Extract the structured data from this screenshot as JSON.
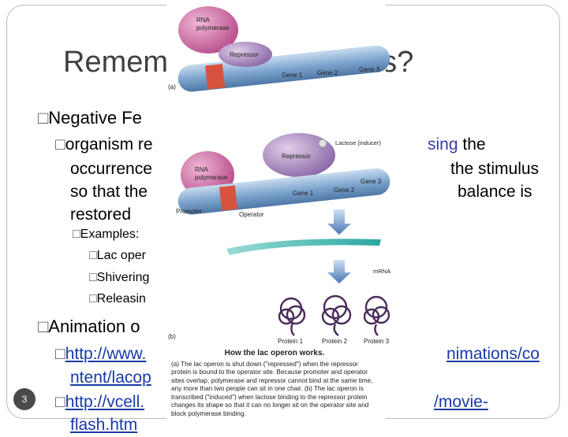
{
  "slide": {
    "title_left": "Remem",
    "title_right": "ps?",
    "slide_number": "3"
  },
  "content": {
    "bullet_negative": "Negative Fe",
    "para_line1_left": "organism re",
    "para_line1_highlight": "sing",
    "para_line1_right": "the",
    "para_line2_left": "occurrence",
    "para_line2_right": "the stimulus",
    "para_line3_left": "so that the",
    "para_line3_right": "balance is",
    "para_line4": "restored",
    "examples_label": "Examples:",
    "example_1": "Lac oper",
    "example_2": "Shivering",
    "example_3": "Releasin",
    "bullet_animation": "Animation o",
    "link1_left": "http://www.",
    "link1_right": "nimations/co",
    "link1_line2": "ntent/lacop",
    "link2_left": "http://vcell.",
    "link2_right": "/movie-",
    "link2_line2": "flash.htm"
  },
  "figure": {
    "panel_a_label": "(a)",
    "panel_b_label": "(b)",
    "rna_polymerase_label": "RNA polymerase",
    "repressor_label": "Repressor",
    "gene1": "Gene 1",
    "gene2": "Gene 2",
    "gene3": "Gene 3",
    "lactose_label": "Lactose (inducer)",
    "promoter_label": "Promoter",
    "operator_label": "Operator",
    "mrna_label": "mRNA",
    "protein1": "Protein 1",
    "protein2": "Protein 2",
    "protein3": "Protein 3",
    "caption_title": "How the lac operon works.",
    "caption_text": "(a) The lac operon is shut down (\"repressed\") when the repressor protein is bound to the operator site. Because promoter and operator sites overlap, polymerase and repressor cannot bind at the same time, any more than two people can sit in one chair. (b) The lac operon is transcribed (\"induced\") when lactose binding to the repressor protein changes its shape so that it can no longer sit on the operator site and block polymerase binding."
  },
  "colors": {
    "title_gray": "#404040",
    "highlight_blue": "#3a3aa8",
    "link_blue": "#1a3aa8",
    "polymerase_purple": "#c9609f",
    "repressor_purple": "#8c6aa8",
    "dna_blue": "#7fa6cf",
    "mrna_teal": "#2aa7a1"
  }
}
